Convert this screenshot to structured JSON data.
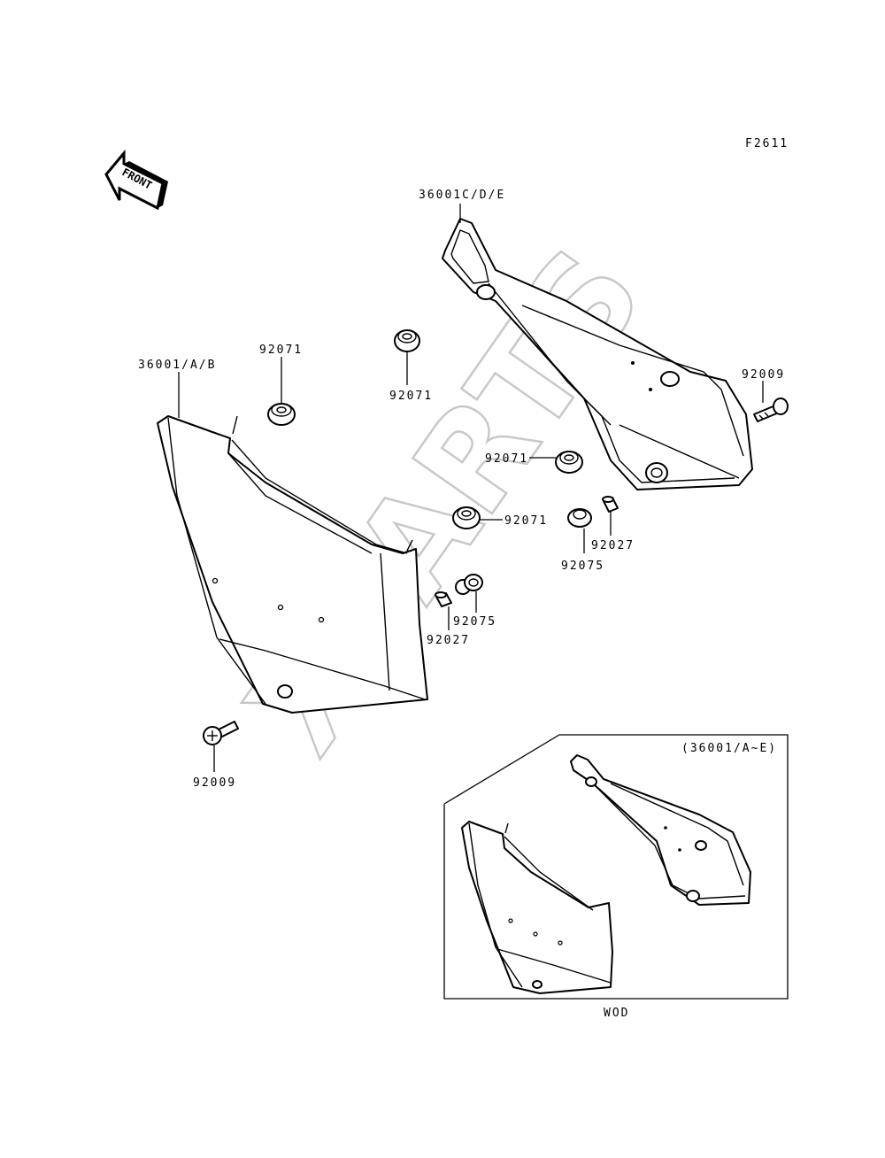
{
  "figure_code": "F2611",
  "front_arrow_label": "FRONT",
  "watermark": "XPARTS",
  "labels": {
    "left_cover": "36001/A/B",
    "right_cover": "36001C/D/E",
    "grommet_a": "92071",
    "grommet_b": "92071",
    "grommet_c": "92071",
    "grommet_d": "92071",
    "bolt_right": "92009",
    "bolt_left": "92009",
    "collar_right": "92027",
    "collar_left": "92027",
    "washer_right": "92075",
    "washer_left": "92075"
  },
  "inset": {
    "label": "(36001/A~E)",
    "caption": "WOD"
  }
}
